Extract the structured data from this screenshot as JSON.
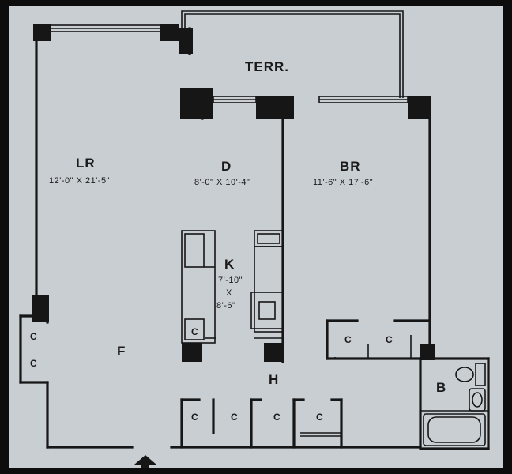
{
  "rooms": {
    "terrace": {
      "name": "TERR."
    },
    "living": {
      "name": "LR",
      "dims": "12'-0\" X 21'-5\""
    },
    "dining": {
      "name": "D",
      "dims": "8'-0\" X 10'-4\""
    },
    "bedroom": {
      "name": "BR",
      "dims": "11'-6\" X 17'-6\""
    },
    "kitchen": {
      "name": "K",
      "dims_line1": "7'-10\"",
      "dims_line2": "X",
      "dims_line3": "8'-6\""
    },
    "foyer": {
      "name": "F"
    },
    "hall": {
      "name": "H"
    },
    "bath": {
      "name": "B"
    }
  },
  "closets": {
    "label": "C"
  },
  "entrance": {
    "icon": "entrance-arrow-icon"
  }
}
